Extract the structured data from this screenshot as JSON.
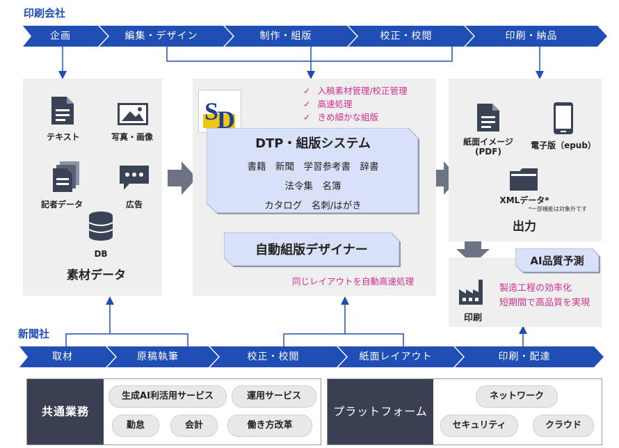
{
  "sections": {
    "top": "印刷会社",
    "bottom": "新聞社"
  },
  "top_flow": [
    "企画",
    "編集・デザイン",
    "制作・組版",
    "校正・校閲",
    "印刷・納品"
  ],
  "bottom_flow": [
    "取材",
    "原稿執筆",
    "校正・校閲",
    "紙面レイアウト",
    "印刷・配達"
  ],
  "materials": {
    "items": [
      "テキスト",
      "写真・画像",
      "記者データ",
      "広告",
      "DB"
    ],
    "title": "素材データ"
  },
  "dtp": {
    "logo": "SD",
    "checks": [
      "入稿素材管理/校正管理",
      "高速処理",
      "きめ細かな組版"
    ],
    "title": "DTP・組版システム",
    "rows": [
      "書籍　新聞　学習参考書　辞書",
      "法令集　名簿",
      "カタログ　名刺/はがき"
    ],
    "auto_title": "自動組版デザイナー",
    "auto_caption": "同じレイアウトを自動高速処理"
  },
  "output": {
    "items": [
      "紙面イメージ\n(PDF)",
      "電子版（epub）",
      "XMLデータ*"
    ],
    "xml_note": "*一部機能は対象外です",
    "title": "出力"
  },
  "print": {
    "ai_title": "AI品質予測",
    "ai_points": [
      "製造工程の効率化",
      "短期間で高品質を実現"
    ],
    "label": "印刷"
  },
  "common": {
    "title": "共通業務",
    "pills": [
      "生成AI利活用サービス",
      "運用サービス",
      "勤怠",
      "会計",
      "働き方改革"
    ]
  },
  "platform": {
    "title": "プラットフォーム",
    "pills": [
      "ネットワーク",
      "セキュリティ",
      "クラウド"
    ]
  },
  "colors": {
    "chevron": "#1f4fb4",
    "arrow": "#6b7385",
    "accent": "#d02f8c",
    "panel": "#efefef"
  }
}
